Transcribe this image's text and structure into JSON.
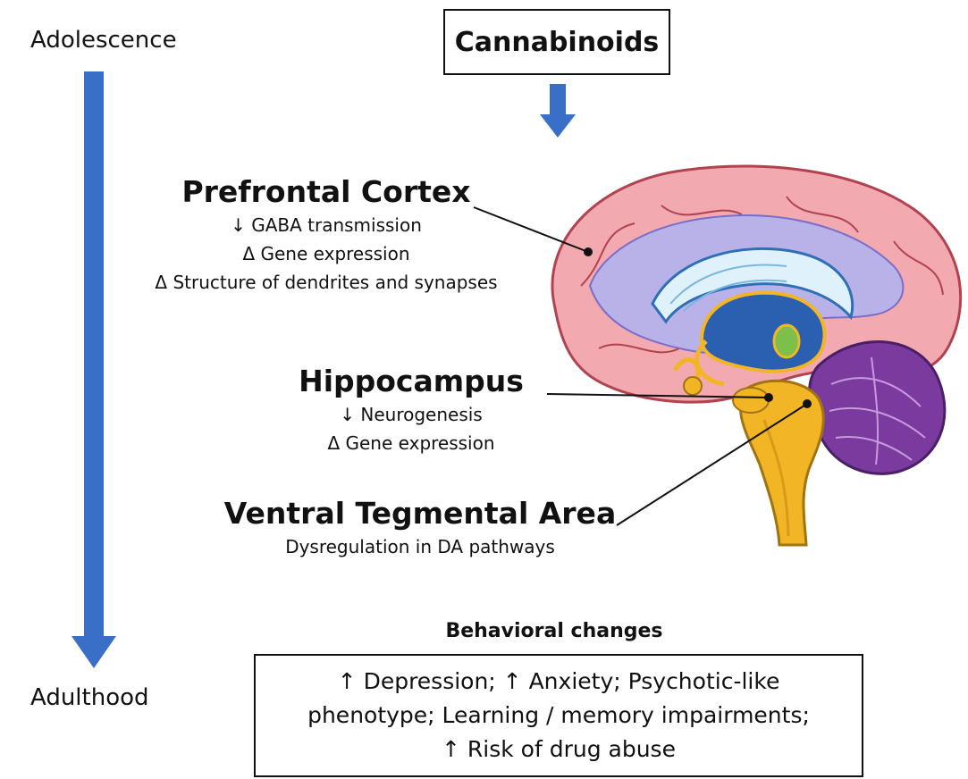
{
  "timeline": {
    "start_label": "Adolescence",
    "end_label": "Adulthood",
    "arrow_color": "#3a6fc7"
  },
  "cause": {
    "label": "Cannabinoids"
  },
  "regions": {
    "prefrontal_cortex": {
      "title": "Prefrontal Cortex",
      "effects": [
        "↓ GABA transmission",
        "Δ Gene expression",
        "Δ Structure of dendrites and synapses"
      ]
    },
    "hippocampus": {
      "title": "Hippocampus",
      "effects": [
        "↓ Neurogenesis",
        "Δ Gene expression"
      ]
    },
    "ventral_tegmental_area": {
      "title": "Ventral Tegmental Area",
      "effects": [
        "Dysregulation in DA pathways"
      ]
    }
  },
  "behavioral_changes": {
    "title": "Behavioral changes",
    "lines": [
      "↑ Depression; ↑ Anxiety; Psychotic-like",
      "phenotype; Learning / memory impairments;",
      "↑ Risk of drug abuse"
    ]
  },
  "colors": {
    "arrow": "#3a6fc7",
    "cortex": "#f2a9b0",
    "cortex_edge": "#b0434f",
    "ventricle": "#b9b2e8",
    "cerebellum": "#7b3a9e",
    "brainstem": "#f2b526"
  }
}
